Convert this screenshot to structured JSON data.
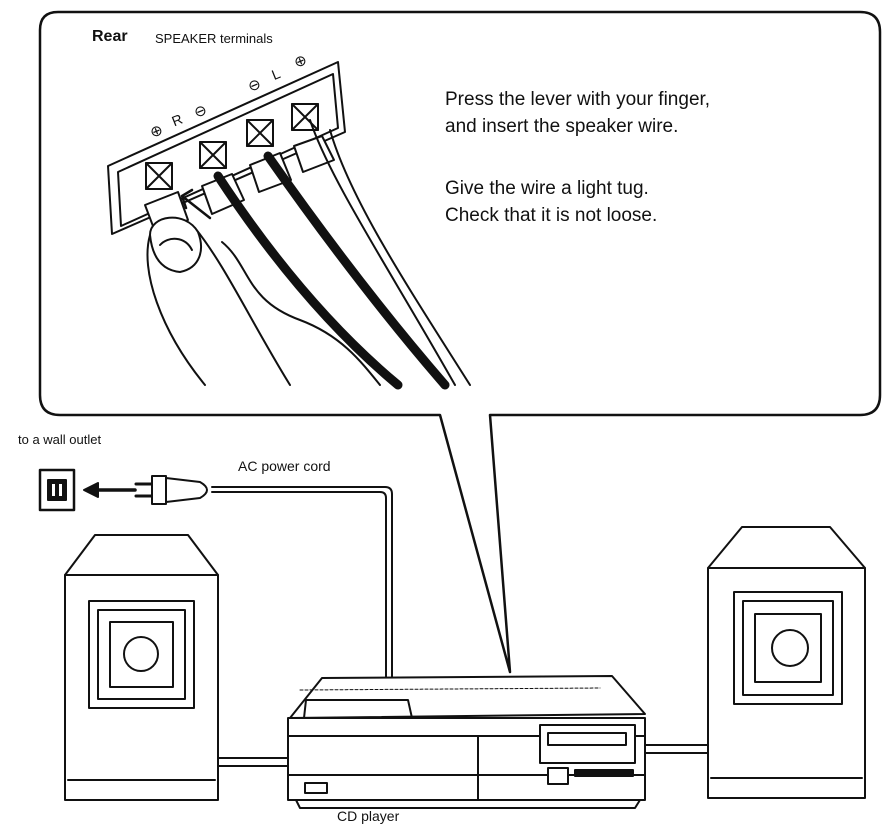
{
  "callout": {
    "rear_label": "Rear",
    "terminals_label": "SPEAKER terminals",
    "instructions": [
      "Press the lever with your finger,",
      "and insert the speaker wire.",
      "Give the wire a light tug.",
      "Check that it is not loose."
    ],
    "terminal_markings": {
      "plus": "⊕",
      "minus": "⊖",
      "right": "R",
      "left": "L"
    }
  },
  "labels": {
    "wall_outlet": "to a wall outlet",
    "power_cord": "AC power cord",
    "cd_player": "CD player"
  },
  "colors": {
    "ink": "#111111",
    "paper": "#ffffff"
  }
}
